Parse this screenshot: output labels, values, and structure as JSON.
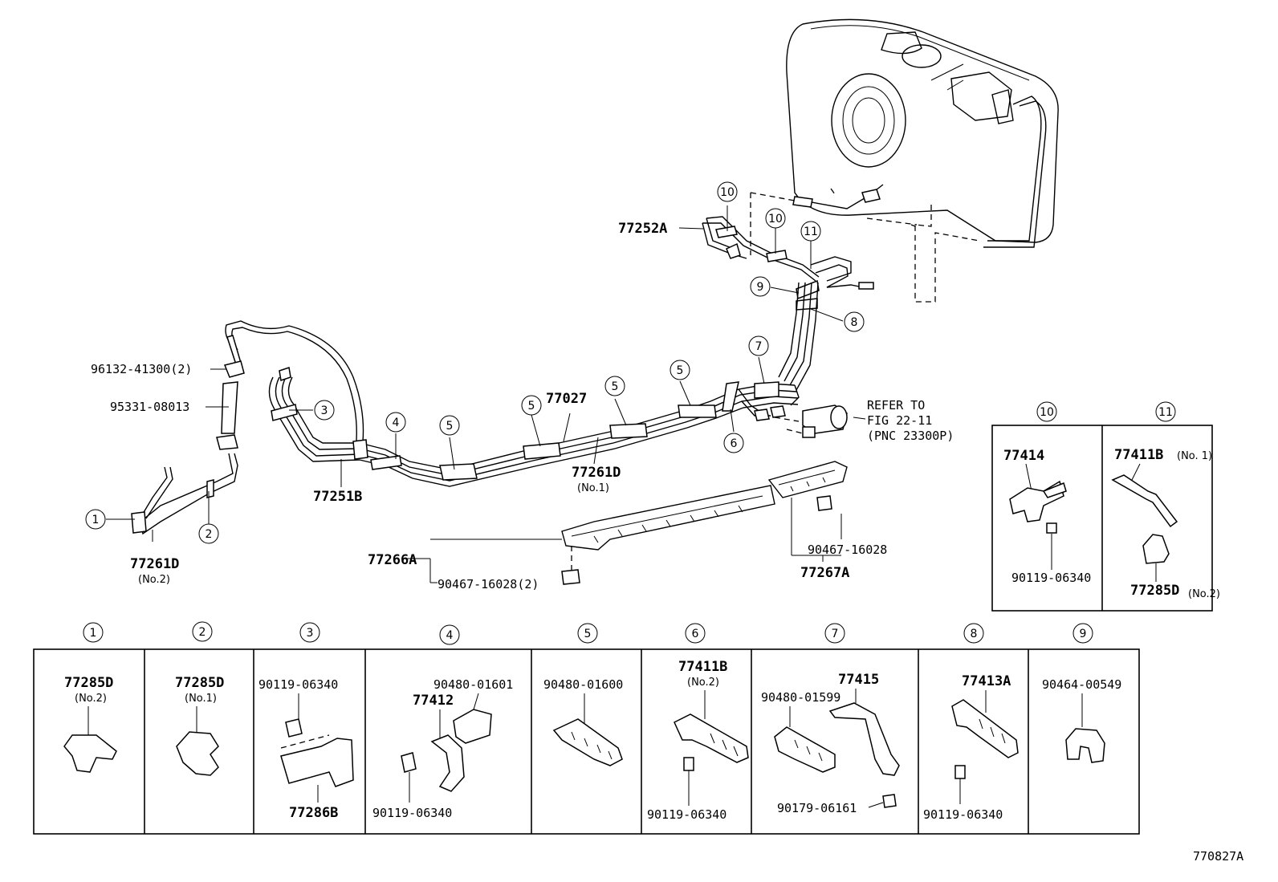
{
  "diagram_id": "770827A",
  "labels": {
    "p77252A": "77252A",
    "p96132": "96132-41300(2)",
    "p95331": "95331-08013",
    "p77261D_2": "77261D",
    "p77261D_2_sub": "(No.2)",
    "p77251B": "77251B",
    "p77027": "77027",
    "p77261D_1": "77261D",
    "p77261D_1_sub": "(No.1)",
    "refer1": "REFER TO",
    "refer2": "FIG 22-11",
    "refer3": "(PNC 23300P)",
    "p77266A": "77266A",
    "p90467_2": "90467-16028(2)",
    "p90467": "90467-16028",
    "p77267A": "77267A"
  },
  "callouts": [
    "1",
    "2",
    "3",
    "4",
    "5",
    "6",
    "7",
    "8",
    "9",
    "10",
    "11"
  ],
  "detail_boxes": {
    "b10": {
      "num": "10",
      "part": "77414",
      "bolt": "90119-06340"
    },
    "b11": {
      "num": "11",
      "part": "77411B",
      "part_sub": "(No. 1)",
      "clip": "77285D",
      "clip_sub": "(No.2)"
    },
    "b1": {
      "num": "1",
      "part": "77285D",
      "sub": "(No.2)"
    },
    "b2": {
      "num": "2",
      "part": "77285D",
      "sub": "(No.1)"
    },
    "b3": {
      "num": "3",
      "bolt": "90119-06340",
      "part": "77286B"
    },
    "b4": {
      "num": "4",
      "clamp": "90480-01601",
      "part": "77412",
      "bolt": "90119-06340"
    },
    "b5": {
      "num": "5",
      "clamp": "90480-01600"
    },
    "b6": {
      "num": "6",
      "part": "77411B",
      "sub": "(No.2)",
      "bolt": "90119-06340"
    },
    "b7": {
      "num": "7",
      "clamp": "90480-01599",
      "part": "77415",
      "nut": "90179-06161"
    },
    "b8": {
      "num": "8",
      "part": "77413A",
      "bolt": "90119-06340"
    },
    "b9": {
      "num": "9",
      "part": "90464-00549"
    }
  }
}
